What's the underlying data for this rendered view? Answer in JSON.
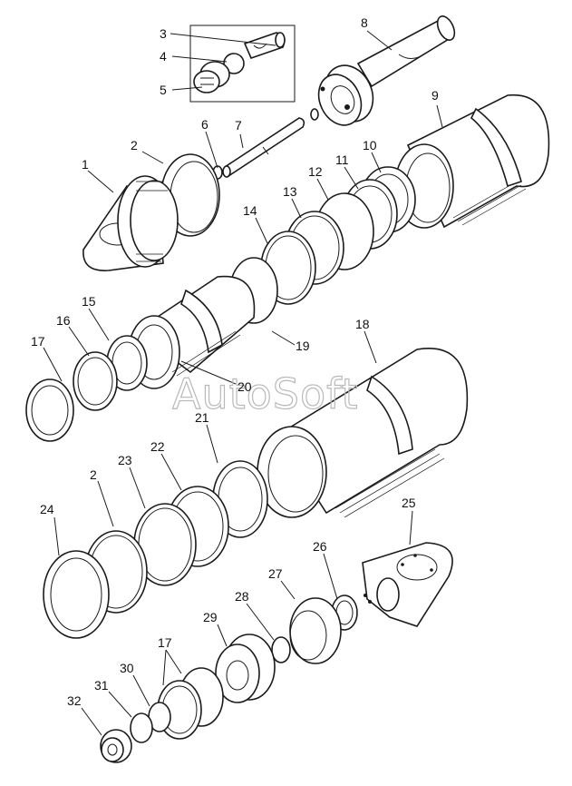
{
  "watermark": "AutoSoft",
  "callouts": [
    {
      "id": "c1",
      "label": "1"
    },
    {
      "id": "c2a",
      "label": "2"
    },
    {
      "id": "c3",
      "label": "3"
    },
    {
      "id": "c4",
      "label": "4"
    },
    {
      "id": "c5",
      "label": "5"
    },
    {
      "id": "c6",
      "label": "6"
    },
    {
      "id": "c7",
      "label": "7"
    },
    {
      "id": "c8",
      "label": "8"
    },
    {
      "id": "c9",
      "label": "9"
    },
    {
      "id": "c10",
      "label": "10"
    },
    {
      "id": "c11",
      "label": "11"
    },
    {
      "id": "c12",
      "label": "12"
    },
    {
      "id": "c13",
      "label": "13"
    },
    {
      "id": "c14",
      "label": "14"
    },
    {
      "id": "c15",
      "label": "15"
    },
    {
      "id": "c16",
      "label": "16"
    },
    {
      "id": "c17a",
      "label": "17"
    },
    {
      "id": "c18",
      "label": "18"
    },
    {
      "id": "c19",
      "label": "19"
    },
    {
      "id": "c20",
      "label": "20"
    },
    {
      "id": "c21",
      "label": "21"
    },
    {
      "id": "c22",
      "label": "22"
    },
    {
      "id": "c23",
      "label": "23"
    },
    {
      "id": "c2b",
      "label": "2"
    },
    {
      "id": "c24",
      "label": "24"
    },
    {
      "id": "c25",
      "label": "25"
    },
    {
      "id": "c26",
      "label": "26"
    },
    {
      "id": "c27",
      "label": "27"
    },
    {
      "id": "c28",
      "label": "28"
    },
    {
      "id": "c29",
      "label": "29"
    },
    {
      "id": "c17b",
      "label": "17"
    },
    {
      "id": "c30",
      "label": "30"
    },
    {
      "id": "c31",
      "label": "31"
    },
    {
      "id": "c32",
      "label": "32"
    }
  ]
}
